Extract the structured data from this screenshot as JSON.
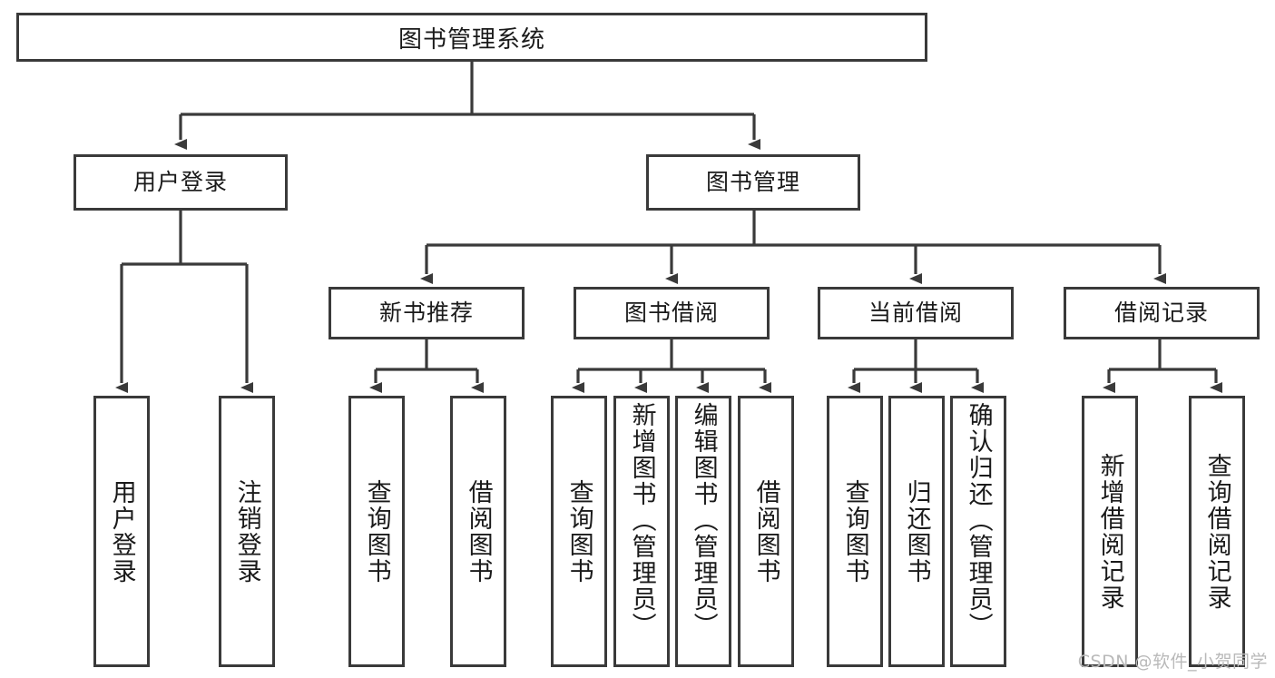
{
  "diagram": {
    "type": "tree-hierarchy",
    "title": "图书管理系统",
    "watermark": "CSDN @软件_小贺同学",
    "colors": {
      "background": "#ffffff",
      "box_border": "#3a3a3a",
      "box_fill": "#ffffff",
      "text": "#1a1a1a",
      "edge": "#3a3a3a",
      "watermark": "#b9b9b9"
    },
    "levels": {
      "root": {
        "label": "图书管理系统"
      },
      "level2": [
        {
          "label": "用户登录"
        },
        {
          "label": "图书管理"
        }
      ],
      "level3": [
        {
          "label": "新书推荐"
        },
        {
          "label": "图书借阅"
        },
        {
          "label": "当前借阅"
        },
        {
          "label": "借阅记录"
        }
      ],
      "leaves": {
        "user_login": [
          {
            "label": "用户登录"
          },
          {
            "label": "注销登录"
          }
        ],
        "new_book_recommend": [
          {
            "label": "查询图书"
          },
          {
            "label": "借阅图书"
          }
        ],
        "book_borrow": [
          {
            "label": "查询图书"
          },
          {
            "label": "新增图书（管理员）"
          },
          {
            "label": "编辑图书（管理员）"
          },
          {
            "label": "借阅图书"
          }
        ],
        "current_borrow": [
          {
            "label": "查询图书"
          },
          {
            "label": "归还图书"
          },
          {
            "label": "确认归还（管理员）"
          }
        ],
        "borrow_record": [
          {
            "label": "新增借阅记录"
          },
          {
            "label": "查询借阅记录"
          }
        ]
      }
    }
  }
}
